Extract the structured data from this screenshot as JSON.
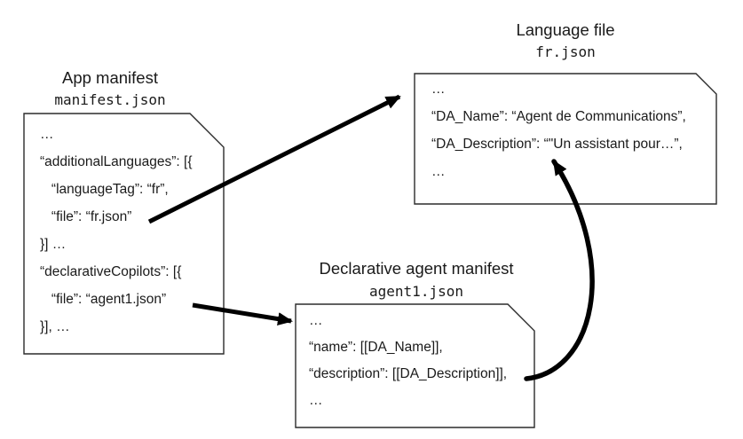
{
  "colors": {
    "ink": "#000000",
    "stroke": "#2b2b2b",
    "background": "#ffffff"
  },
  "boxes": [
    {
      "id": "app-manifest",
      "title": "App manifest",
      "filename": "manifest.json",
      "lines": [
        "…",
        "“additionalLanguages”: [{",
        "   “languageTag”: “fr”,",
        "   “file”: “fr.json”",
        "}] …",
        "“declarativeCopilots”: [{",
        "   “file”: “agent1.json”",
        "}], …"
      ]
    },
    {
      "id": "language-file",
      "title": "Language file",
      "filename": "fr.json",
      "lines": [
        "…",
        "“DA_Name”: “Agent de Communications”,",
        "“DA_Description”: “\"Un assistant pour…”,",
        "…"
      ]
    },
    {
      "id": "agent-manifest",
      "title": "Declarative agent manifest",
      "filename": "agent1.json",
      "lines": [
        "…",
        "“name”: [[DA_Name]],",
        "“description”: [[DA_Description]],",
        "…"
      ]
    }
  ],
  "arrows": [
    {
      "id": "fr-json-reference-arrow",
      "from": "app-manifest: “file”: “fr.json”",
      "to": "language-file box"
    },
    {
      "id": "agent-json-reference-arrow",
      "from": "app-manifest: “file”: “agent1.json”",
      "to": "agent-manifest box"
    },
    {
      "id": "da-description-lookup-arrow",
      "from": "agent-manifest: “description”: [[DA_Description]]",
      "to": "language-file: “DA_Description”"
    }
  ]
}
